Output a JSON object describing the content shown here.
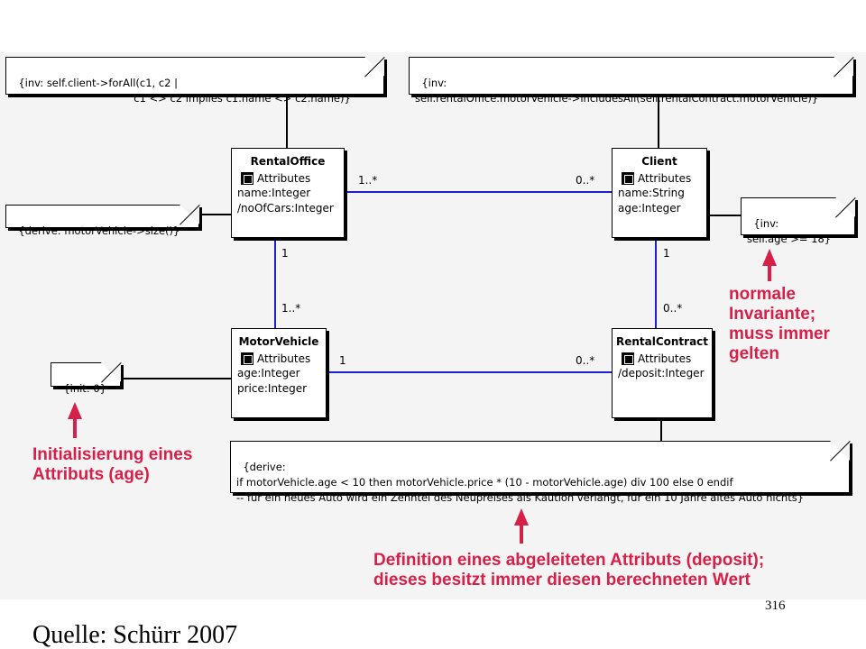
{
  "classes": {
    "rental_office": {
      "name": "RentalOffice",
      "compartment": "Attributes",
      "attributes": [
        "name:Integer",
        "/noOfCars:Integer"
      ]
    },
    "client": {
      "name": "Client",
      "compartment": "Attributes",
      "attributes": [
        "name:String",
        "age:Integer"
      ]
    },
    "motor_vehicle": {
      "name": "MotorVehicle",
      "compartment": "Attributes",
      "attributes": [
        "age:Integer",
        "price:Integer"
      ]
    },
    "rental_contract": {
      "name": "RentalContract",
      "compartment": "Attributes",
      "attributes": [
        "/deposit:Integer"
      ]
    }
  },
  "notes": {
    "inv_client": "{inv: self.client->forAll(c1, c2 |\n                                     c1 <> c2 implies c1.name <> c2.name)}",
    "inv_rental_office": "{inv:\nself.rentalOffice.motorVehicle->includesAll(self.rentalContract.motorVehicle)}",
    "derive_no_of_cars": "{derive: motorVehicle->size()}",
    "inv_age": "{inv:\nself.age >= 18}",
    "init_age": "{init: 0}",
    "derive_deposit": "{derive:\nif motorVehicle.age < 10 then motorVehicle.price * (10 - motorVehicle.age) div 100 else 0 endif\n-- für ein neues Auto wird ein Zehntel des Neupreises als Kaution verlangt, für ein 10 Jahre altes Auto nichts}"
  },
  "multiplicities": {
    "office_client_office_end": "1..*",
    "office_client_client_end": "0..*",
    "office_vehicle_office_end": "1",
    "office_vehicle_vehicle_end": "1..*",
    "client_contract_client_end": "1",
    "client_contract_contract_end": "0..*",
    "vehicle_contract_vehicle_end": "1",
    "vehicle_contract_contract_end": "0..*"
  },
  "annotations": {
    "normal_invariant": "normale\nInvariante;\nmuss immer\ngelten",
    "initialization": "Initialisierung eines\nAttributs (age)",
    "derived_attribute": "Definition eines abgeleiteten Attributs (deposit);\ndieses besitzt immer diesen berechneten Wert"
  },
  "colors": {
    "association": "#1e1ecc",
    "annotation": "#d6204a"
  },
  "footer": {
    "page_number": "316",
    "source": "Quelle: Schürr 2007"
  }
}
